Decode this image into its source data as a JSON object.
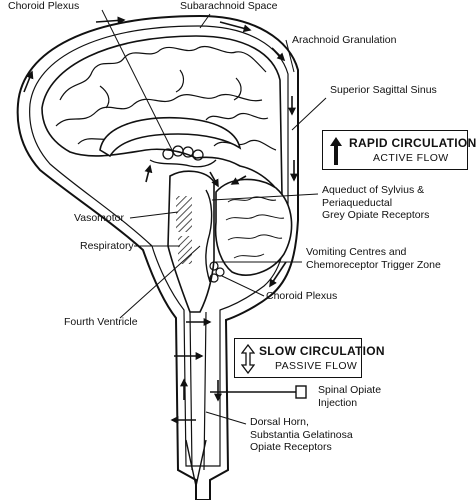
{
  "labels": {
    "choroid_plexus_top": "Choroid Plexus",
    "subarachnoid_space": "Subarachnoid Space",
    "arachnoid_granulation": "Arachnoid Granulation",
    "superior_sagittal_sinus": "Superior Sagittal Sinus",
    "aqueduct": [
      "Aqueduct of Sylvius &",
      "Periaqueductal",
      "Grey Opiate Receptors"
    ],
    "vasomotor": "Vasomotor",
    "respiratory": "Respiratory",
    "vomiting": [
      "Vomiting Centres and",
      "Chemoreceptor Trigger Zone"
    ],
    "choroid_plexus_lower": "Choroid Plexus",
    "fourth_ventricle": "Fourth Ventricle",
    "spinal_opiate": [
      "Spinal Opiate",
      "Injection"
    ],
    "dorsal_horn": [
      "Dorsal Horn,",
      "Substantia Gelatinosa",
      "Opiate Receptors"
    ]
  },
  "rapid_box": {
    "title": "RAPID CIRCULATION",
    "subtitle": "ACTIVE FLOW",
    "arrow": "up-arrow"
  },
  "slow_box": {
    "title": "SLOW CIRCULATION",
    "subtitle": "PASSIVE FLOW",
    "arrow": "up-down-arrow"
  }
}
